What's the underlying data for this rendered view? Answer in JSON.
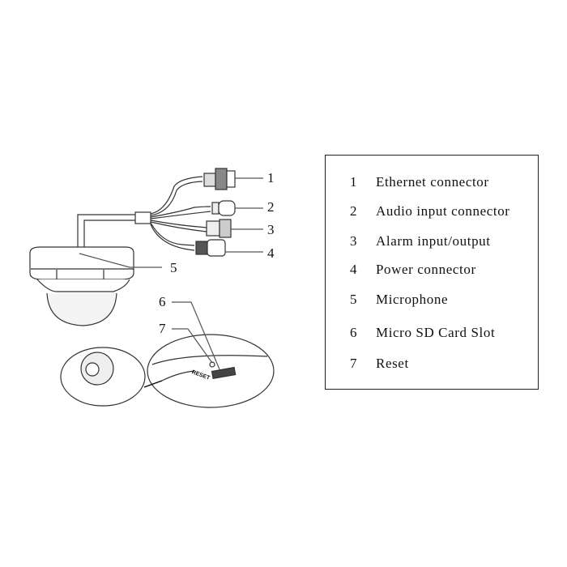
{
  "callouts": [
    "1",
    "2",
    "3",
    "4",
    "5",
    "6",
    "7"
  ],
  "device_labels": {
    "reset": "RESET"
  },
  "legend": [
    {
      "num": "1",
      "label": "Ethernet connector"
    },
    {
      "num": "2",
      "label": "Audio input connector"
    },
    {
      "num": "3",
      "label": "Alarm input/output"
    },
    {
      "num": "4",
      "label": "Power connector"
    },
    {
      "num": "5",
      "label": "Microphone"
    },
    {
      "num": "6",
      "label": "Micro SD Card Slot"
    },
    {
      "num": "7",
      "label": "Reset"
    }
  ]
}
